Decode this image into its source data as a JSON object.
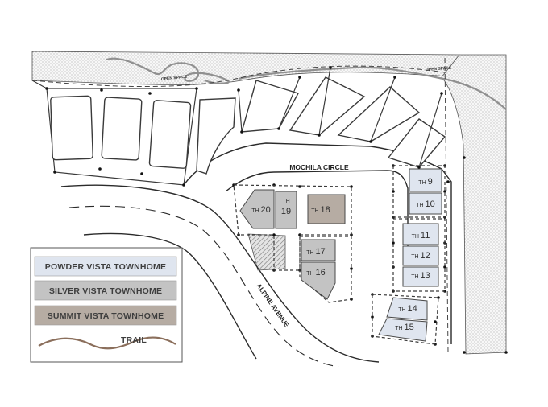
{
  "colors": {
    "powder": "#dfe5ef",
    "silver": "#c3c3c3",
    "summit": "#b6aca3",
    "trail": "#8b6f5c",
    "stipple": "#8f8f8f"
  },
  "roads": {
    "mochila_circle": "MOCHILA CIRCLE",
    "alpine_avenue": "ALPINE AVENUE"
  },
  "open_space": [
    "OPEN SPACE",
    "OPEN SPACE"
  ],
  "units": [
    {
      "label": "TH",
      "num": "9",
      "type": "powder"
    },
    {
      "label": "TH",
      "num": "10",
      "type": "powder"
    },
    {
      "label": "TH",
      "num": "11",
      "type": "powder"
    },
    {
      "label": "TH",
      "num": "12",
      "type": "powder"
    },
    {
      "label": "TH",
      "num": "13",
      "type": "powder"
    },
    {
      "label": "TH",
      "num": "14",
      "type": "powder"
    },
    {
      "label": "TH",
      "num": "15",
      "type": "powder"
    },
    {
      "label": "TH",
      "num": "16",
      "type": "silver"
    },
    {
      "label": "TH",
      "num": "17",
      "type": "silver"
    },
    {
      "label": "TH",
      "num": "18",
      "type": "summit"
    },
    {
      "label": "TH",
      "num": "19",
      "type": "silver"
    },
    {
      "label": "TH",
      "num": "20",
      "type": "silver"
    }
  ],
  "legend": {
    "items": [
      {
        "label": "POWDER VISTA TOWNHOME",
        "type": "powder"
      },
      {
        "label": "SILVER VISTA TOWNHOME",
        "type": "silver"
      },
      {
        "label": "SUMMIT VISTA TOWNHOME",
        "type": "summit"
      },
      {
        "label": "TRAIL",
        "type": "trail"
      }
    ]
  }
}
